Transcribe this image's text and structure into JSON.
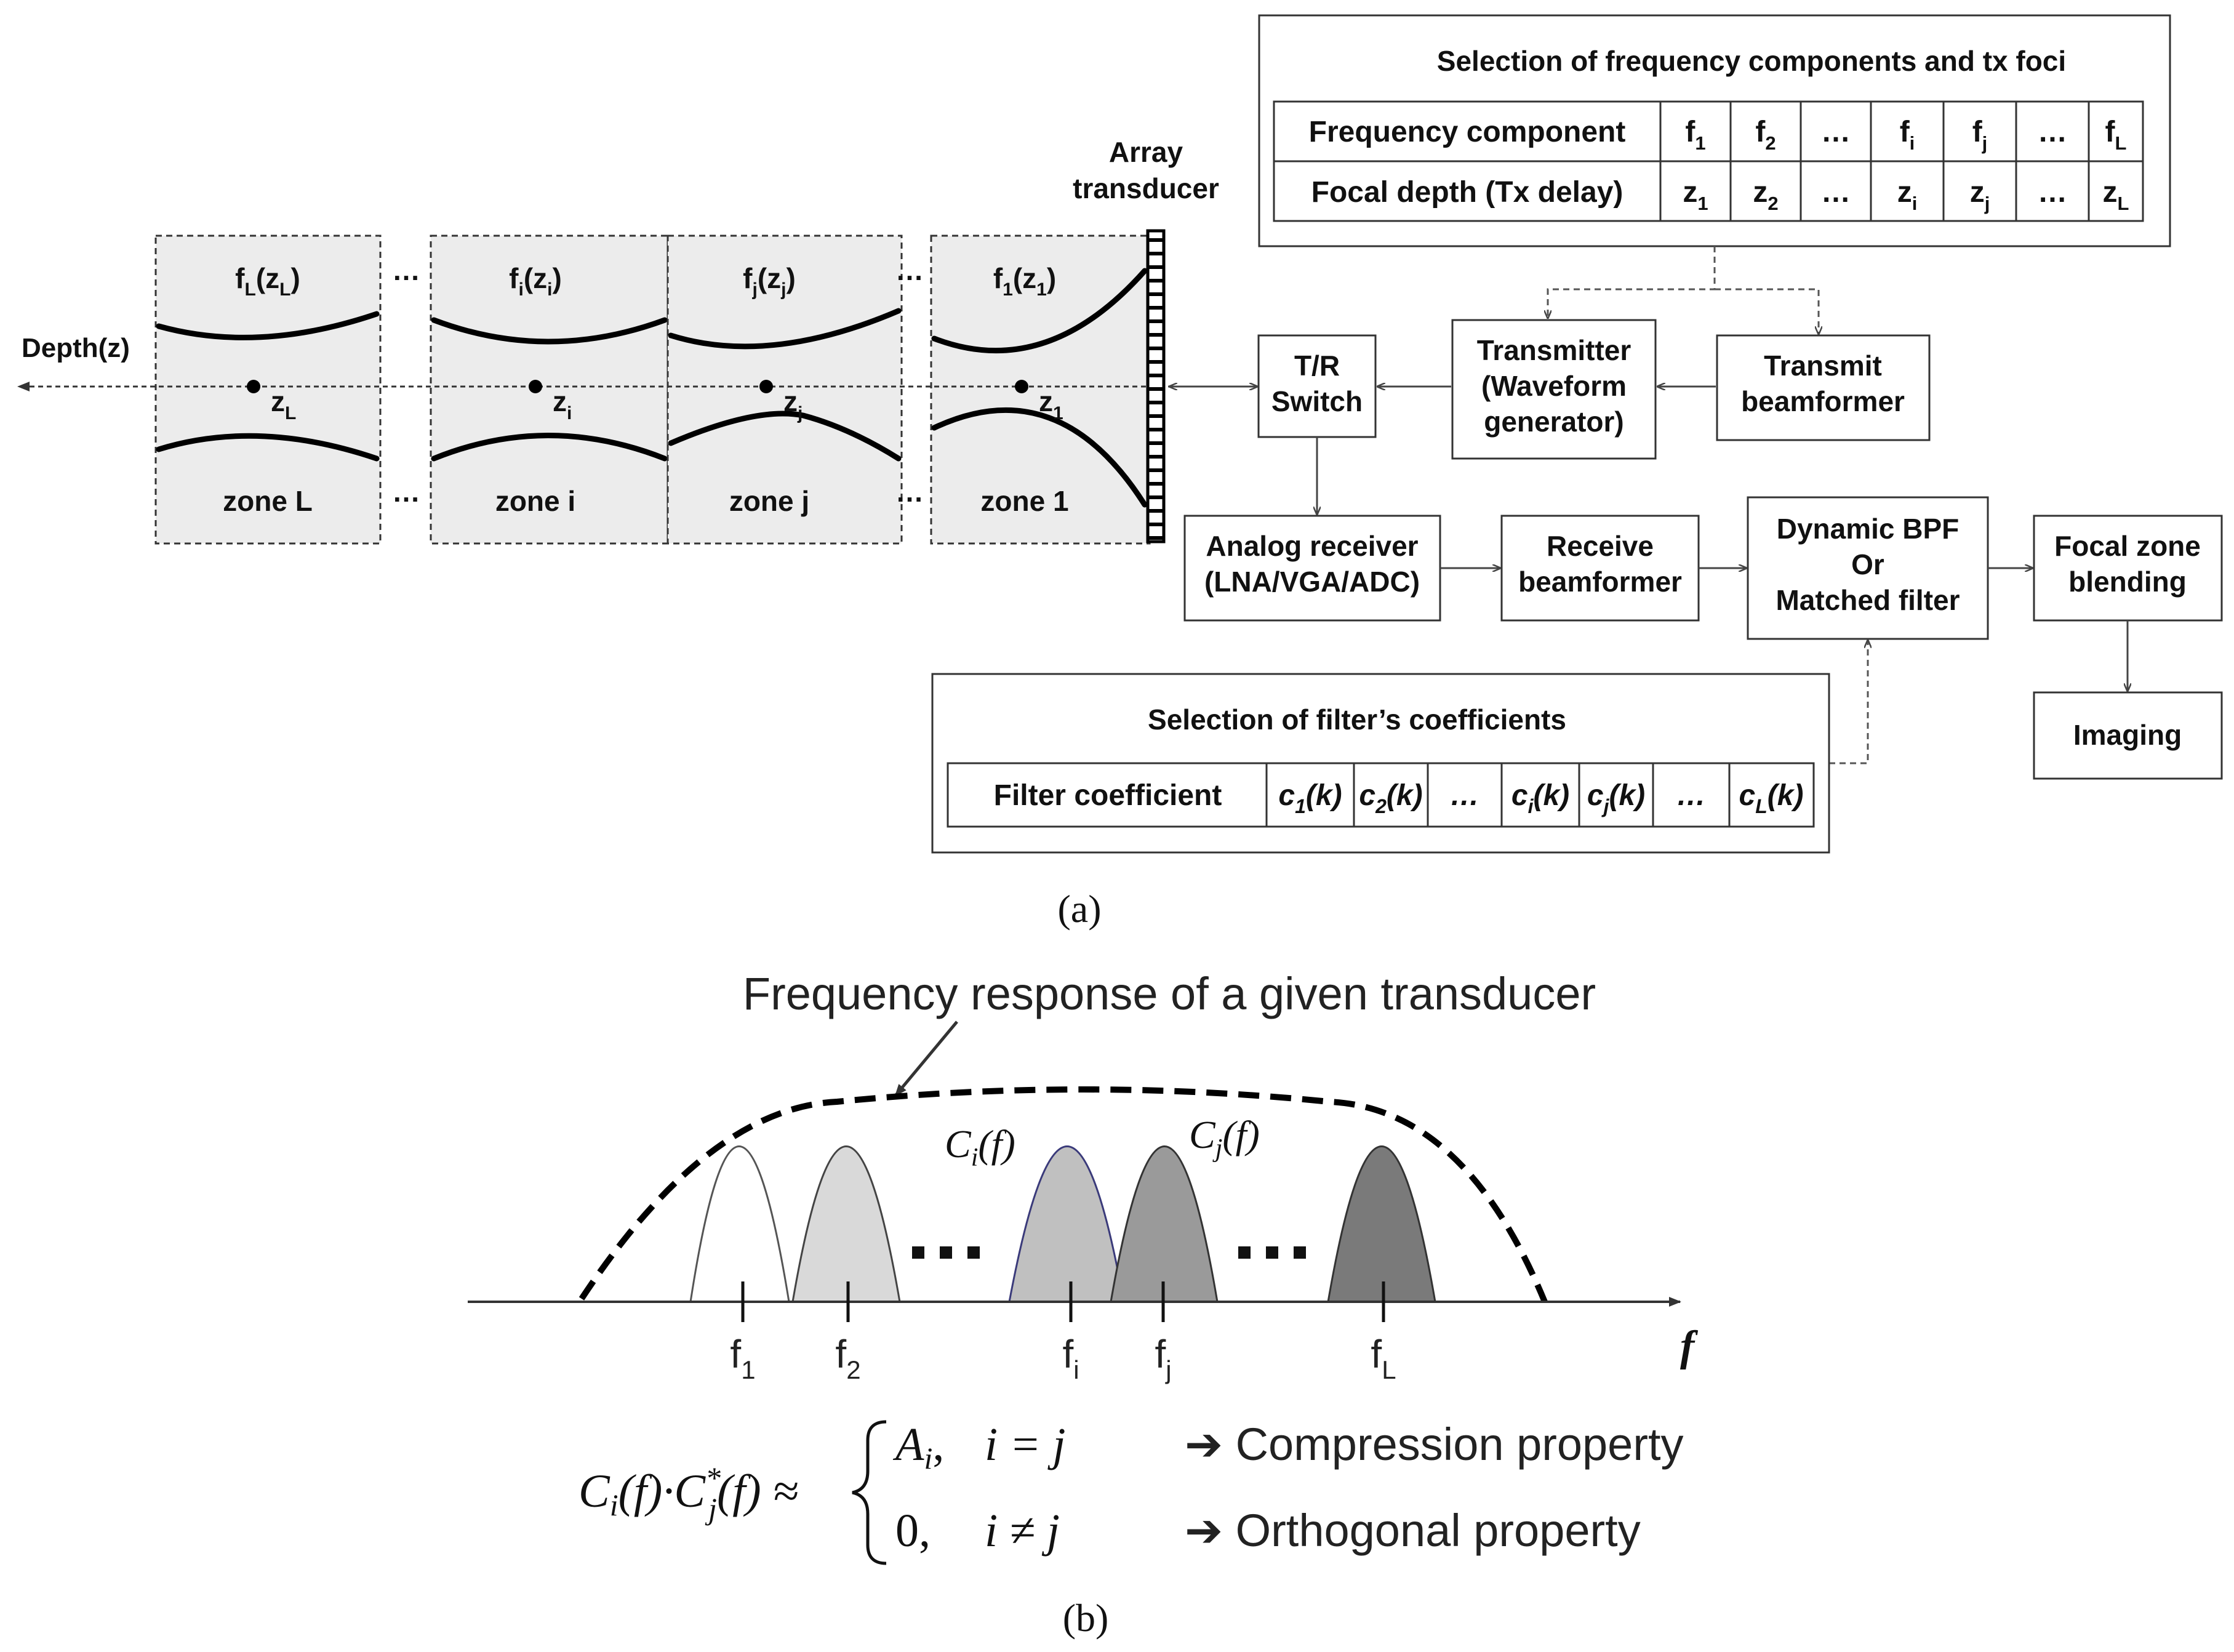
{
  "panel_a": {
    "label": "(a)",
    "freq_table": {
      "title": "Selection of frequency components and tx foci",
      "row1_header": "Frequency component",
      "row2_header": "Focal depth (Tx delay)",
      "row1": [
        [
          "f",
          "1"
        ],
        [
          "f",
          "2"
        ],
        [
          "…",
          ""
        ],
        [
          "f",
          "i"
        ],
        [
          "f",
          "j"
        ],
        [
          "…",
          ""
        ],
        [
          "f",
          "L"
        ]
      ],
      "row2": [
        [
          "z",
          "1"
        ],
        [
          "z",
          "2"
        ],
        [
          "…",
          ""
        ],
        [
          "z",
          "i"
        ],
        [
          "z",
          "j"
        ],
        [
          "…",
          ""
        ],
        [
          "z",
          "L"
        ]
      ]
    },
    "array_label_1": "Array",
    "array_label_2": "transducer",
    "depth_label": "Depth(z)",
    "zones": [
      {
        "freq": "f",
        "fsub": "L",
        "zsym": "z",
        "zsub": "L",
        "name": "zone L",
        "focus": "z",
        "focus_sub": "L"
      },
      {
        "freq": "f",
        "fsub": "i",
        "zsym": "z",
        "zsub": "i",
        "name": "zone i",
        "focus": "z",
        "focus_sub": "i"
      },
      {
        "freq": "f",
        "fsub": "j",
        "zsym": "z",
        "zsub": "j",
        "name": "zone j",
        "focus": "z",
        "focus_sub": "j"
      },
      {
        "freq": "f",
        "fsub": "1",
        "zsym": "z",
        "zsub": "1",
        "name": "zone 1",
        "focus": "z",
        "focus_sub": "1"
      }
    ],
    "ellipsis": "…",
    "blocks": {
      "tr_switch": [
        "T/R",
        "Switch"
      ],
      "transmitter": [
        "Transmitter",
        "(Waveform",
        "generator)"
      ],
      "transmit_bf": [
        "Transmit",
        "beamformer"
      ],
      "analog_rx": [
        "Analog receiver",
        "(LNA/VGA/ADC)"
      ],
      "receive_bf": [
        "Receive",
        "beamformer"
      ],
      "dyn_bpf": [
        "Dynamic  BPF",
        "Or",
        "Matched filter"
      ],
      "focal_blend": [
        "Focal zone",
        "blending"
      ],
      "imaging": [
        "Imaging"
      ]
    },
    "filter_table": {
      "title": "Selection of filter’s coefficients",
      "header": "Filter coefficient",
      "cells": [
        [
          "c",
          "1",
          "(k)"
        ],
        [
          "c",
          "2",
          "(k)"
        ],
        [
          "…",
          "",
          ""
        ],
        [
          "c",
          "i",
          "(k)"
        ],
        [
          "c",
          "j",
          "(k)"
        ],
        [
          "…",
          "",
          ""
        ],
        [
          "c",
          "L",
          "(k)"
        ]
      ]
    }
  },
  "panel_b": {
    "label": "(b)",
    "title": "Frequency response of a given transducer",
    "axis_label": "f",
    "ticks": [
      [
        "f",
        "1"
      ],
      [
        "f",
        "2"
      ],
      [
        "f",
        "i"
      ],
      [
        "f",
        "j"
      ],
      [
        "f",
        "L"
      ]
    ],
    "filter_label_i": [
      "C",
      "i",
      "(f)"
    ],
    "filter_label_j": [
      "C",
      "j",
      "(f)"
    ],
    "equation": {
      "lhs": "C",
      "lhs_sub1": "i",
      "lhs_mid": "(f)·C",
      "lhs_sup": "*",
      "lhs_sub2": "j",
      "lhs_end": "(f) ≈",
      "case1": "A",
      "case1_sub": "i",
      "case1_comma": ",",
      "cond1": "i = j",
      "case2": "0,",
      "cond2": "i ≠ j"
    },
    "property1": "➔ Compression property",
    "property2": "➔ Orthogonal property",
    "colors": {
      "f1": "#ffffff",
      "f2": "#d9d9d9",
      "fi": "#c0c0c0",
      "fj": "#9a9a9a",
      "fL": "#7a7a7a",
      "fi_stroke": "#3a3a7a"
    }
  }
}
